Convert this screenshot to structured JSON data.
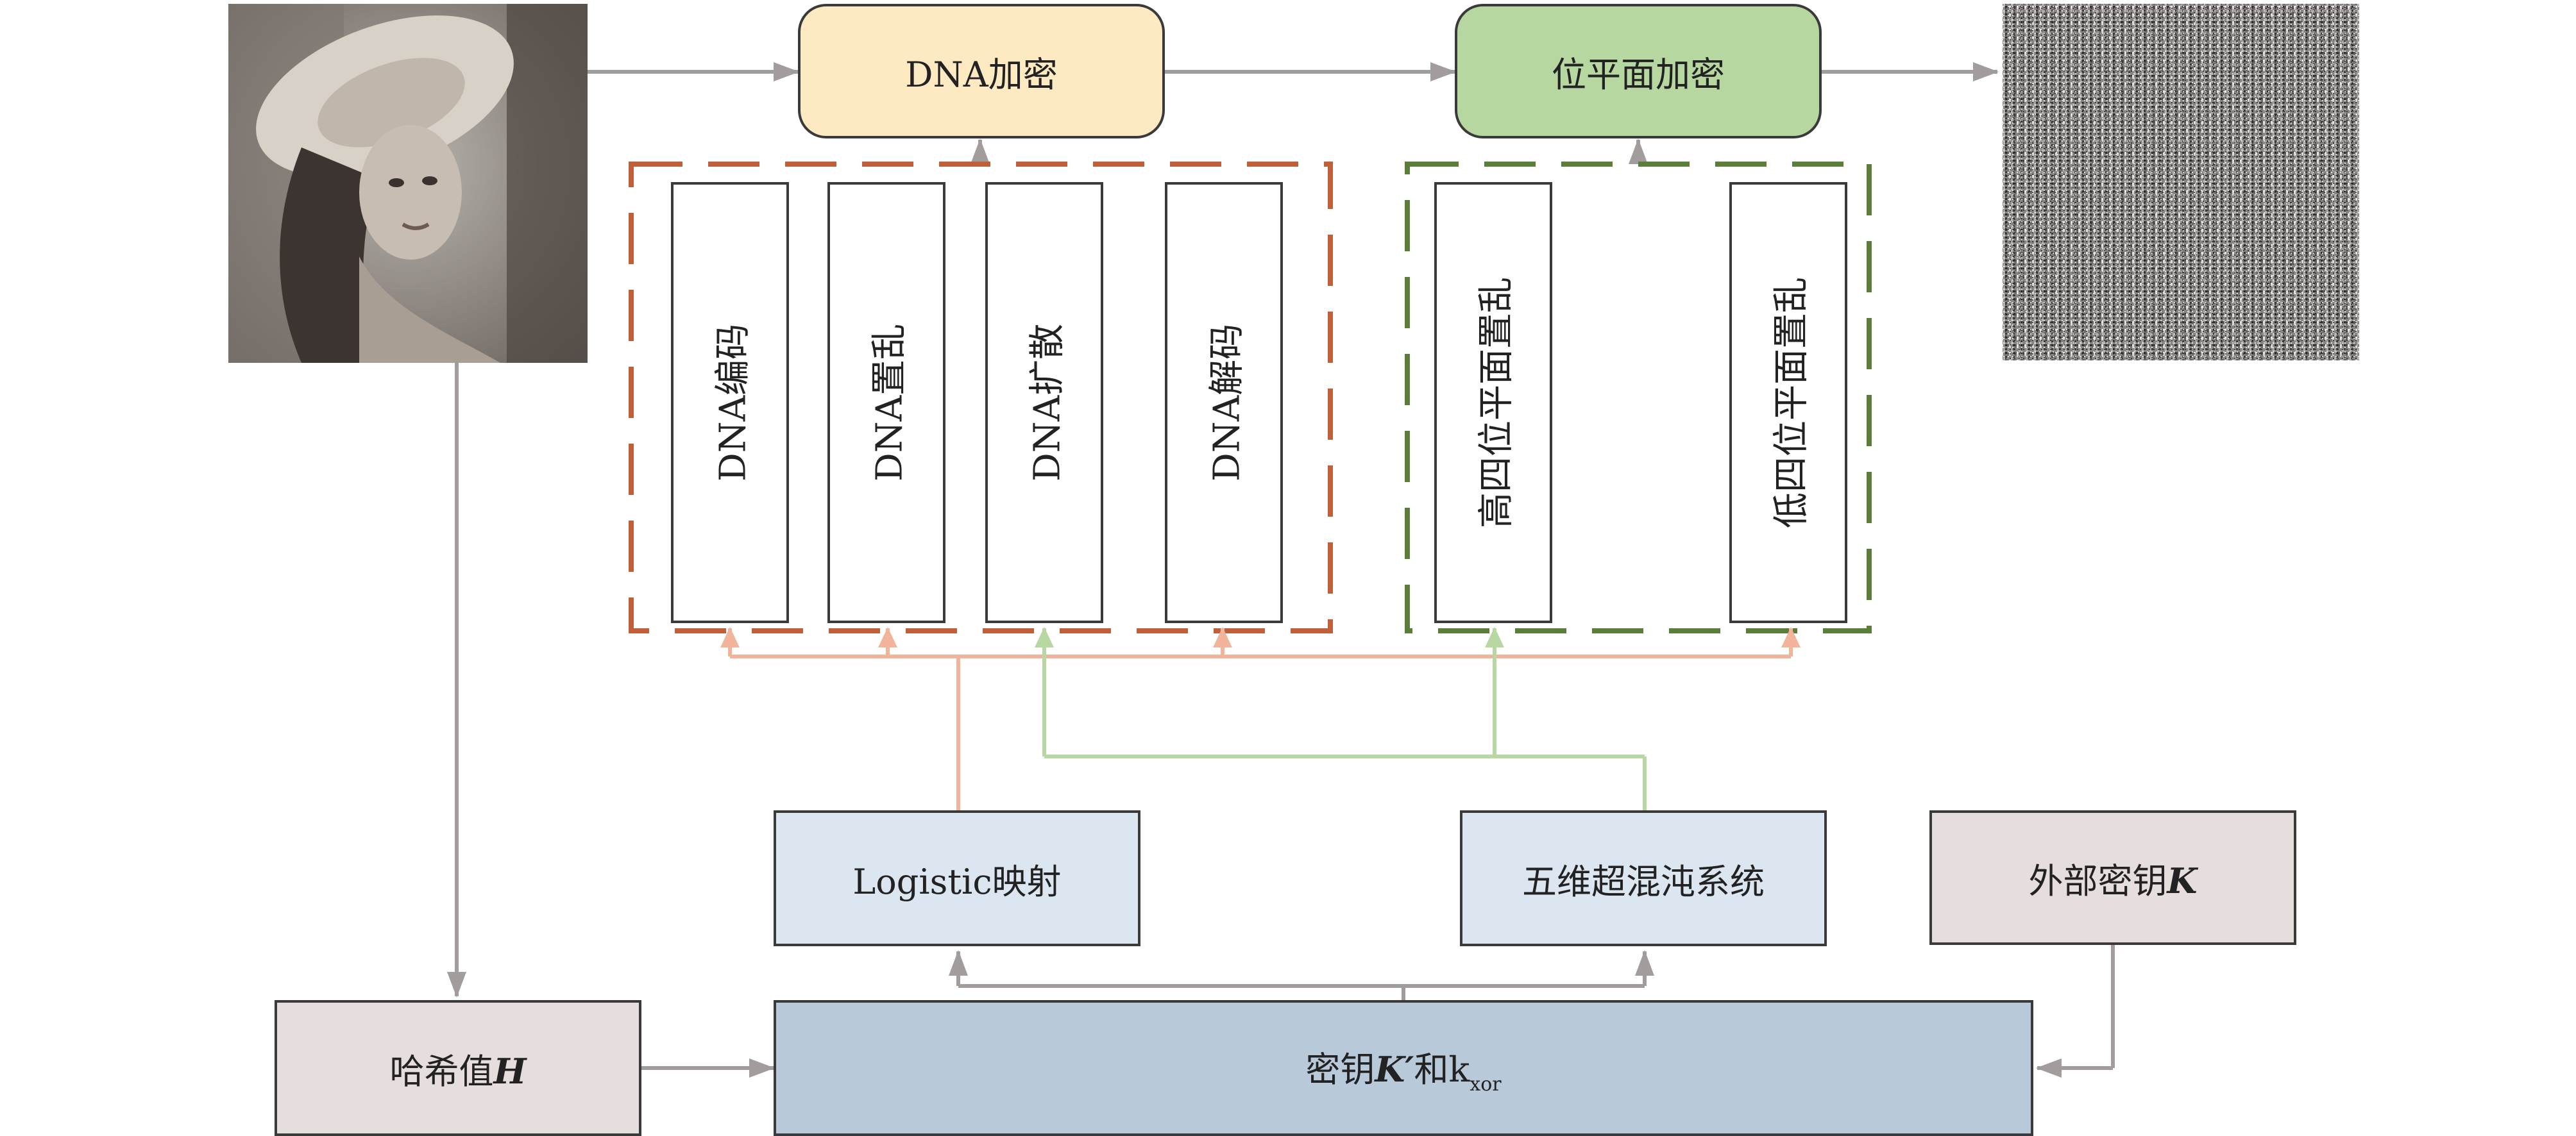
{
  "stages": {
    "dna_encrypt": "DNA加密",
    "bitplane_encrypt": "位平面加密"
  },
  "dna_steps": [
    "DNA编码",
    "DNA置乱",
    "DNA扩散",
    "DNA解码"
  ],
  "bitplane_steps": [
    "高四位平面置乱",
    "低四位平面置乱"
  ],
  "sources": {
    "logistic": "Logistic映射",
    "chaos5d": "五维超混沌系统",
    "external_key_text": "外部密钥",
    "external_key_symbol": "K",
    "hash_text": "哈希值",
    "hash_symbol": "H",
    "key_text": "密钥",
    "key_symbol": "K′",
    "key_and": "和",
    "key_k": "k",
    "key_sub": "xor"
  },
  "colors": {
    "dna_stage_fill": "#fde9c2",
    "bitplane_stage_fill": "#b6d7a0",
    "dna_group_border": "#c0603a",
    "bitplane_group_border": "#5a7e3a",
    "logistic_arrow": "#f2b49a",
    "chaos_arrow": "#b8d8a2",
    "gray_arrow": "#a39c9c",
    "source_fill": "#dce6f1",
    "key_fill": "#b8c9da",
    "hash_fill": "#e5dedd"
  }
}
